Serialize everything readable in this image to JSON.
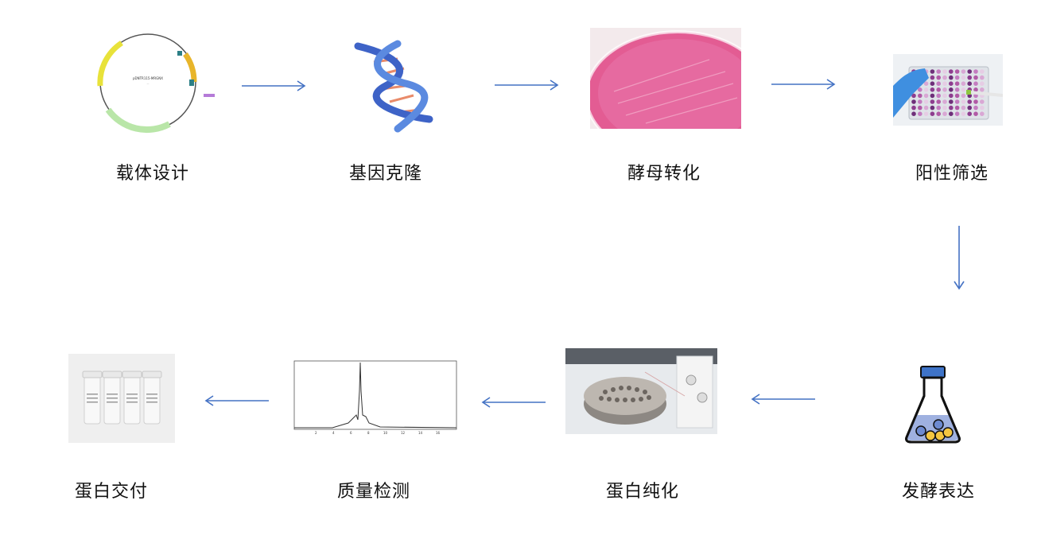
{
  "steps": [
    {
      "label": "载体设计"
    },
    {
      "label": "基因克隆"
    },
    {
      "label": "酵母转化"
    },
    {
      "label": "阳性筛选"
    },
    {
      "label": "发酵表达"
    },
    {
      "label": "蛋白纯化"
    },
    {
      "label": "质量检测"
    },
    {
      "label": "蛋白交付"
    }
  ],
  "plasmid_name": "pDNTR115-MRGNX",
  "colors": {
    "arrow": "#4472c4",
    "text": "#111111"
  }
}
